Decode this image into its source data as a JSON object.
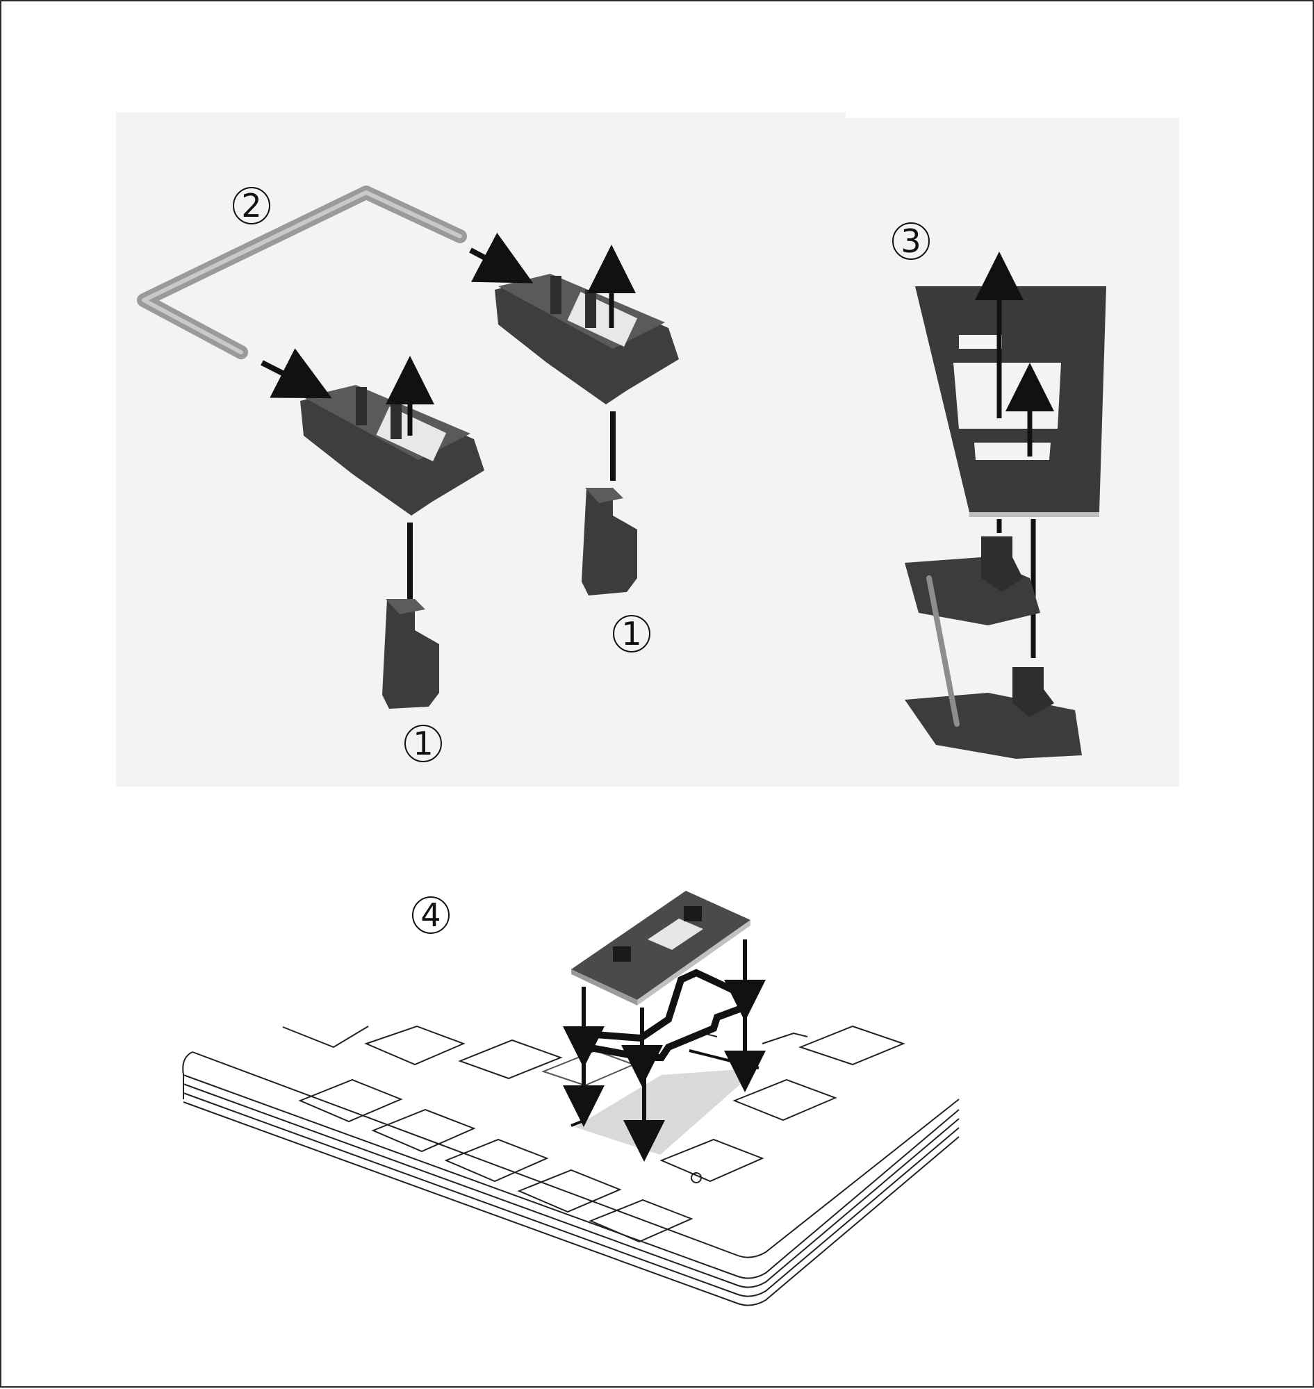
{
  "steps": [
    {
      "label": "1"
    },
    {
      "label": "1"
    },
    {
      "label": "2"
    },
    {
      "label": "3"
    },
    {
      "label": "4"
    }
  ],
  "colors": {
    "background": "#ffffff",
    "photo_panel": "#f3f3f3",
    "part_dark": "#3a3a3a",
    "part_mid": "#5a5a5a",
    "wire": "#9a9a9a",
    "arrow": "#111111",
    "pcb_highlight": "#d9d9d9"
  },
  "icons": [
    "stabilizer-housing-icon",
    "stabilizer-stem-icon",
    "stabilizer-wire-icon",
    "pcb-plate-icon",
    "keyboard-outline-icon"
  ]
}
